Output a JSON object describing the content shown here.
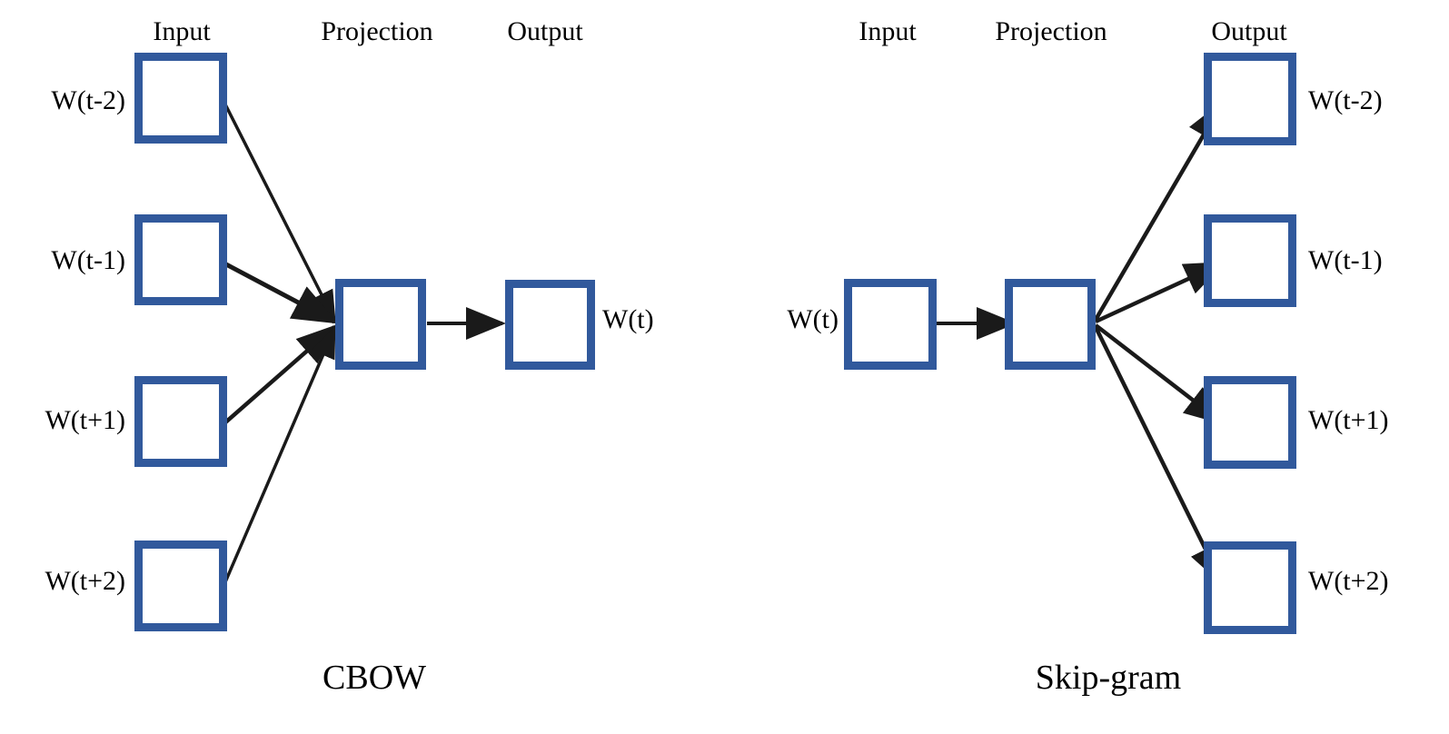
{
  "figure": {
    "background_color": "#ffffff",
    "box_border_color": "#31599c",
    "box_fill_color": "#ffffff",
    "edge_color": "#1a1a1a"
  },
  "cbow": {
    "caption": "CBOW",
    "headers": {
      "input": "Input",
      "projection": "Projection",
      "output": "Output"
    },
    "input_nodes": [
      {
        "label": "W(t-2)"
      },
      {
        "label": "W(t-1)"
      },
      {
        "label": "W(t+1)"
      },
      {
        "label": "W(t+2)"
      }
    ],
    "projection_node": {
      "label": ""
    },
    "output_node": {
      "label": "W(t)"
    }
  },
  "skipgram": {
    "caption": "Skip-gram",
    "headers": {
      "input": "Input",
      "projection": "Projection",
      "output": "Output"
    },
    "input_node": {
      "label": "W(t)"
    },
    "projection_node": {
      "label": ""
    },
    "output_nodes": [
      {
        "label": "W(t-2)"
      },
      {
        "label": "W(t-1)"
      },
      {
        "label": "W(t+1)"
      },
      {
        "label": "W(t+2)"
      }
    ]
  }
}
